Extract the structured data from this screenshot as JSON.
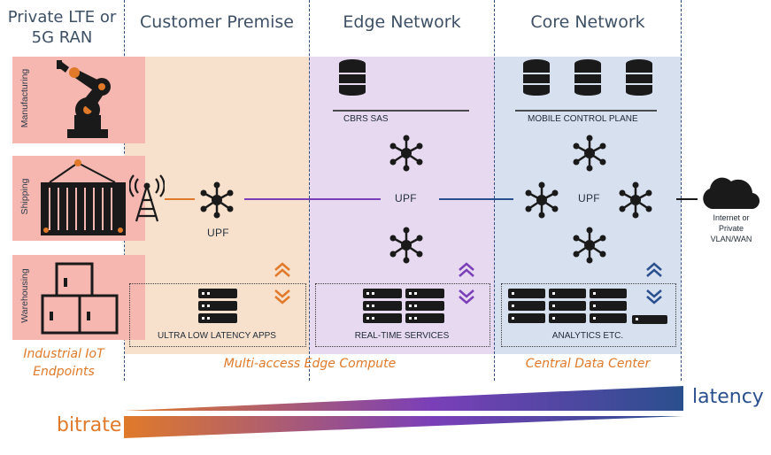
{
  "headers": {
    "ran": "Private LTE or 5G RAN",
    "customer": "Customer Premise",
    "edge": "Edge Network",
    "core": "Core Network"
  },
  "endpoints": {
    "manufacturing": "Manufacturing",
    "shipping": "Shipping",
    "warehousing": "Warehousing",
    "caption_line1": "Industrial IoT",
    "caption_line2": "Endpoints"
  },
  "upf": {
    "customer": "UPF",
    "edge": "UPF",
    "core": "UPF"
  },
  "servers": {
    "cbrs": "CBRS SAS",
    "mobile_control": "MOBILE CONTROL PLANE",
    "ultra_low": "ULTRA LOW LATENCY APPS",
    "realtime": "REAL-TIME SERVICES",
    "analytics": "ANALYTICS ETC."
  },
  "internet": {
    "line1": "Internet or",
    "line2": "Private",
    "line3": "VLAN/WAN"
  },
  "zones": {
    "mec": "Multi-access Edge Compute",
    "cdc": "Central Data Center"
  },
  "legend": {
    "latency": "latency",
    "bitrate": "bitrate"
  },
  "colors": {
    "orange": "#e07a2a",
    "purple": "#7a3fb8",
    "navy": "#2a4f8e",
    "customer_bg": "#f8e1cc",
    "edge_bg": "#e7d9ef",
    "core_bg": "#d7e0ef",
    "ran_tile": "#f6b7b0"
  }
}
